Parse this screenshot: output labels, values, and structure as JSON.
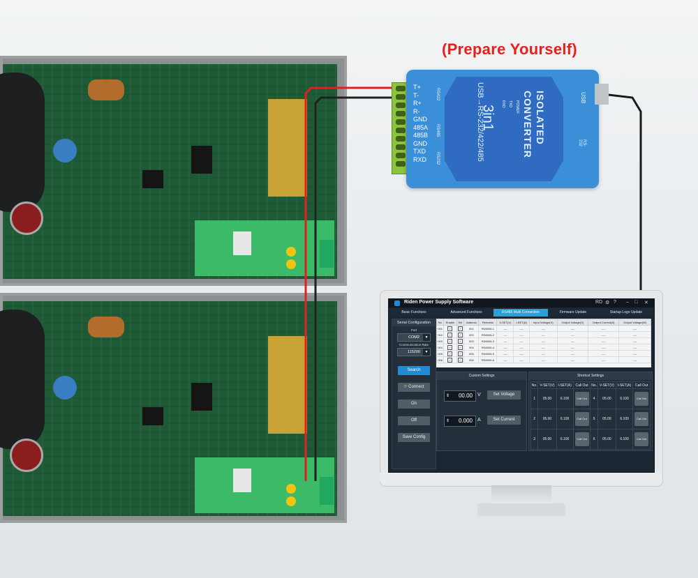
{
  "title": "(Prepare Yourself)",
  "converter": {
    "line1": "ISOLATED",
    "line2": "CONVERTER",
    "line3": "3in1",
    "line4": "USB→RS-232/422/485",
    "led1": "POWER",
    "led2": "TXD",
    "led3": "RXD",
    "pins": [
      "T+",
      "T-",
      "R+",
      "R-",
      "GND",
      "485A",
      "485B",
      "GND",
      "TXD",
      "RXD"
    ],
    "side_left": [
      "RS422",
      "RS485",
      "RS232"
    ],
    "usb_label": "USB",
    "side_right": [
      "USB",
      "RS-232"
    ]
  },
  "app": {
    "title": "Riden Power Supply Software",
    "win_controls": [
      "RD",
      "⚙",
      "?",
      "–",
      "□",
      "✕"
    ],
    "tabs": [
      {
        "label": "Basic Functions",
        "active": false
      },
      {
        "label": "Advanced Functions",
        "active": false
      },
      {
        "label": "RS485 Multi Connection",
        "active": true
      },
      {
        "label": "Firmware Update",
        "active": false
      },
      {
        "label": "Startup Logo Update",
        "active": false
      }
    ],
    "serial": {
      "header": "Serial Configuration",
      "port_label": "Port",
      "port_value": "COM2",
      "rate_label": "Communication Rate",
      "rate_value": "115200"
    },
    "buttons": {
      "search": "Search",
      "connect": "Connect",
      "on": "On",
      "off": "Off",
      "save": "Save Config"
    },
    "table": {
      "headers": [
        "No.",
        "Enable",
        "Sel",
        "Address",
        "Remarks",
        "V-SET(V)",
        "I-SET(A)",
        "Input Voltage(V)",
        "Output Voltage(V)",
        "Output Current(A)",
        "Output Voltage(W)"
      ],
      "rows": [
        [
          "001",
          true,
          true,
          "001",
          "RD6006-1",
          "----",
          "----",
          "----",
          "----",
          "----",
          "----"
        ],
        [
          "002",
          true,
          true,
          "002",
          "RD6006-2",
          "----",
          "----",
          "----",
          "----",
          "----",
          "----"
        ],
        [
          "003",
          true,
          true,
          "003",
          "RD6006-3",
          "----",
          "----",
          "----",
          "----",
          "----",
          "----"
        ],
        [
          "004",
          true,
          true,
          "004",
          "RD6006-4",
          "----",
          "----",
          "----",
          "----",
          "----",
          "----"
        ],
        [
          "005",
          true,
          true,
          "005",
          "RD6006-5",
          "----",
          "----",
          "----",
          "----",
          "----",
          "----"
        ],
        [
          "006",
          true,
          true,
          "006",
          "RD6006-6",
          "----",
          "----",
          "----",
          "----",
          "----",
          "----"
        ]
      ]
    },
    "custom": {
      "title": "Custom Settings",
      "voltage_value": "00.00",
      "voltage_unit": "V",
      "set_voltage": "Set Voltage",
      "current_value": "0.000",
      "current_unit": "A",
      "set_current": "Set Current"
    },
    "shortcut": {
      "title": "Shortcut Settings",
      "headers": [
        "No.",
        "V-SET(V)",
        "I-SET(A)",
        "Call Out",
        "No.",
        "V-SET(V)",
        "I-SET(A)",
        "Call Out"
      ],
      "rows": [
        [
          "1",
          "05.00",
          "6.100",
          "Call Out",
          "4",
          "05.00",
          "6.100",
          "Call Out"
        ],
        [
          "2",
          "05.00",
          "6.100",
          "Call Out",
          "5",
          "05.00",
          "6.100",
          "Call Out"
        ],
        [
          "3",
          "05.00",
          "6.100",
          "Call Out",
          "6",
          "05.00",
          "6.100",
          "Call Out"
        ]
      ]
    }
  }
}
